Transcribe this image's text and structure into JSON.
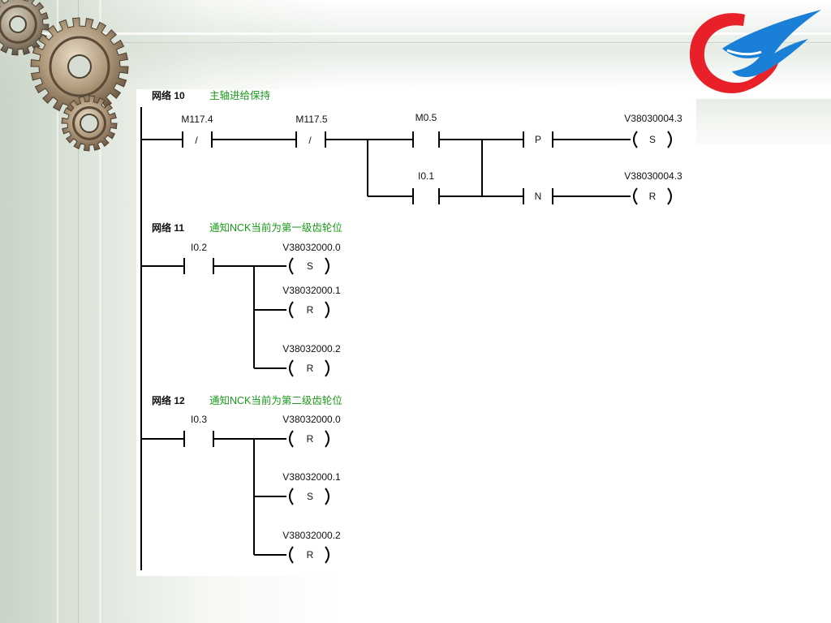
{
  "networks": [
    {
      "label": "网络 10",
      "comment": "主轴进给保持",
      "contacts": [
        {
          "address": "M117.4",
          "type": "/"
        },
        {
          "address": "M117.5",
          "type": "/"
        },
        {
          "address": "M0.5",
          "type": ""
        },
        {
          "address": "I0.1",
          "type": ""
        }
      ],
      "edge_boxes": [
        "P",
        "N"
      ],
      "coils": [
        {
          "address": "V38030004.3",
          "action": "S"
        },
        {
          "address": "V38030004.3",
          "action": "R"
        }
      ]
    },
    {
      "label": "网络 11",
      "comment": "通知NCK当前为第一级齿轮位",
      "contacts": [
        {
          "address": "I0.2",
          "type": ""
        }
      ],
      "coils": [
        {
          "address": "V38032000.0",
          "action": "S"
        },
        {
          "address": "V38032000.1",
          "action": "R"
        },
        {
          "address": "V38032000.2",
          "action": "R"
        }
      ]
    },
    {
      "label": "网络 12",
      "comment": "通知NCK当前为第二级齿轮位",
      "contacts": [
        {
          "address": "I0.3",
          "type": ""
        }
      ],
      "coils": [
        {
          "address": "V38032000.0",
          "action": "R"
        },
        {
          "address": "V38032000.1",
          "action": "S"
        },
        {
          "address": "V38032000.2",
          "action": "R"
        }
      ]
    }
  ],
  "colors": {
    "comment_text": "#1a9a1a",
    "logo_red": "#e8202a",
    "logo_blue": "#1a7fd6"
  },
  "icons": [
    "gears-decoration",
    "company-logo"
  ]
}
